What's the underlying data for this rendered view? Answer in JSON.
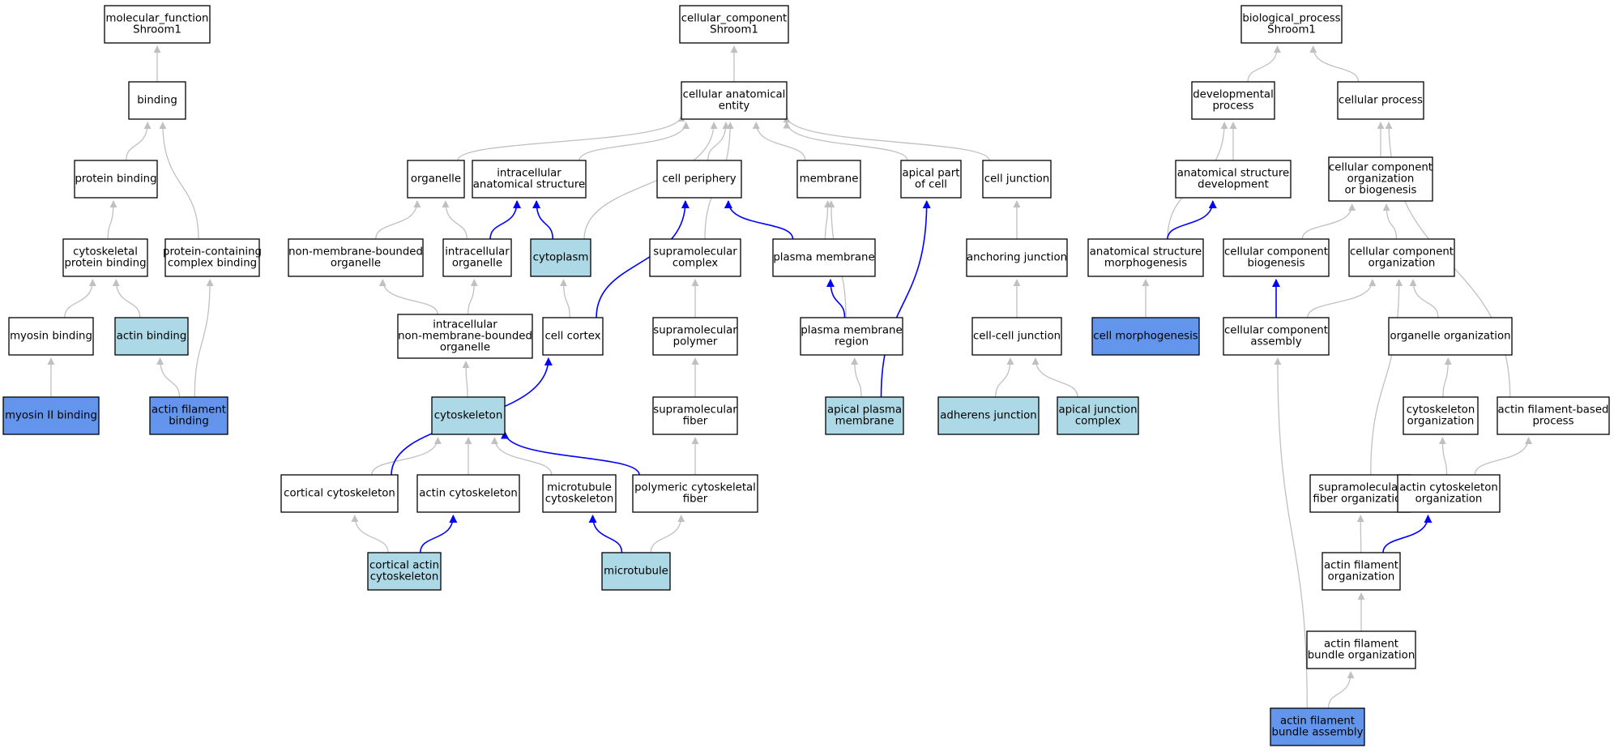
{
  "colors": {
    "default_fill": "#ffffff",
    "light_fill": "#add8e6",
    "dark_fill": "#6495ed",
    "is_a_edge": "#c0c0c0",
    "part_of_edge": "#0000ff",
    "border": "#000000"
  },
  "nodes": [
    {
      "id": "mf",
      "lines": [
        "molecular_function",
        "Shroom1"
      ],
      "style": "default"
    },
    {
      "id": "binding",
      "lines": [
        "binding"
      ],
      "style": "default"
    },
    {
      "id": "protbind",
      "lines": [
        "protein binding"
      ],
      "style": "default"
    },
    {
      "id": "cytoprotbind",
      "lines": [
        "cytoskeletal",
        "protein binding"
      ],
      "style": "default"
    },
    {
      "id": "pcbind",
      "lines": [
        "protein-containing",
        "complex binding"
      ],
      "style": "default"
    },
    {
      "id": "myosinbind",
      "lines": [
        "myosin binding"
      ],
      "style": "default"
    },
    {
      "id": "actinbind",
      "lines": [
        "actin binding"
      ],
      "style": "light"
    },
    {
      "id": "myosin2",
      "lines": [
        "myosin II binding"
      ],
      "style": "dark"
    },
    {
      "id": "afbind",
      "lines": [
        "actin filament",
        "binding"
      ],
      "style": "dark"
    },
    {
      "id": "cc",
      "lines": [
        "cellular_component",
        "Shroom1"
      ],
      "style": "default"
    },
    {
      "id": "cae",
      "lines": [
        "cellular anatomical",
        "entity"
      ],
      "style": "default"
    },
    {
      "id": "organelle",
      "lines": [
        "organelle"
      ],
      "style": "default"
    },
    {
      "id": "ias",
      "lines": [
        "intracellular",
        "anatomical structure"
      ],
      "style": "default"
    },
    {
      "id": "cellperiph",
      "lines": [
        "cell periphery"
      ],
      "style": "default"
    },
    {
      "id": "membrane",
      "lines": [
        "membrane"
      ],
      "style": "default"
    },
    {
      "id": "apicalpart",
      "lines": [
        "apical part",
        "of cell"
      ],
      "style": "default"
    },
    {
      "id": "celljunction",
      "lines": [
        "cell junction"
      ],
      "style": "default"
    },
    {
      "id": "nmbo",
      "lines": [
        "non-membrane-bounded",
        "organelle"
      ],
      "style": "default"
    },
    {
      "id": "intorg",
      "lines": [
        "intracellular",
        "organelle"
      ],
      "style": "default"
    },
    {
      "id": "cytoplasm",
      "lines": [
        "cytoplasm"
      ],
      "style": "light"
    },
    {
      "id": "smcomplex",
      "lines": [
        "supramolecular",
        "complex"
      ],
      "style": "default"
    },
    {
      "id": "plasmamem",
      "lines": [
        "plasma membrane"
      ],
      "style": "default"
    },
    {
      "id": "anchjunc",
      "lines": [
        "anchoring junction"
      ],
      "style": "default"
    },
    {
      "id": "inmbo",
      "lines": [
        "intracellular",
        "non-membrane-bounded",
        "organelle"
      ],
      "style": "default"
    },
    {
      "id": "cellcortex",
      "lines": [
        "cell cortex"
      ],
      "style": "default"
    },
    {
      "id": "smpolymer",
      "lines": [
        "supramolecular",
        "polymer"
      ],
      "style": "default"
    },
    {
      "id": "pmregion",
      "lines": [
        "plasma membrane",
        "region"
      ],
      "style": "default"
    },
    {
      "id": "ccjunc",
      "lines": [
        "cell-cell junction"
      ],
      "style": "default"
    },
    {
      "id": "cytoskeleton",
      "lines": [
        "cytoskeleton"
      ],
      "style": "light"
    },
    {
      "id": "smfiber",
      "lines": [
        "supramolecular",
        "fiber"
      ],
      "style": "default"
    },
    {
      "id": "apicalpm",
      "lines": [
        "apical plasma",
        "membrane"
      ],
      "style": "light"
    },
    {
      "id": "adherens",
      "lines": [
        "adherens junction"
      ],
      "style": "light"
    },
    {
      "id": "apicaljc",
      "lines": [
        "apical junction",
        "complex"
      ],
      "style": "light"
    },
    {
      "id": "corticalcs",
      "lines": [
        "cortical cytoskeleton"
      ],
      "style": "default"
    },
    {
      "id": "actincs",
      "lines": [
        "actin cytoskeleton"
      ],
      "style": "default"
    },
    {
      "id": "mtcs",
      "lines": [
        "microtubule",
        "cytoskeleton"
      ],
      "style": "default"
    },
    {
      "id": "polycsf",
      "lines": [
        "polymeric cytoskeletal",
        "fiber"
      ],
      "style": "default"
    },
    {
      "id": "corticalactin",
      "lines": [
        "cortical actin",
        "cytoskeleton"
      ],
      "style": "light"
    },
    {
      "id": "microtubule",
      "lines": [
        "microtubule"
      ],
      "style": "light"
    },
    {
      "id": "bp",
      "lines": [
        "biological_process",
        "Shroom1"
      ],
      "style": "default"
    },
    {
      "id": "devproc",
      "lines": [
        "developmental",
        "process"
      ],
      "style": "default"
    },
    {
      "id": "cellproc",
      "lines": [
        "cellular process"
      ],
      "style": "default"
    },
    {
      "id": "asdev",
      "lines": [
        "anatomical structure",
        "development"
      ],
      "style": "default"
    },
    {
      "id": "ccob",
      "lines": [
        "cellular component",
        "organization",
        "or biogenesis"
      ],
      "style": "default"
    },
    {
      "id": "asmorph",
      "lines": [
        "anatomical structure",
        "morphogenesis"
      ],
      "style": "default"
    },
    {
      "id": "ccbiogen",
      "lines": [
        "cellular component",
        "biogenesis"
      ],
      "style": "default"
    },
    {
      "id": "ccorg",
      "lines": [
        "cellular component",
        "organization"
      ],
      "style": "default"
    },
    {
      "id": "cellmorph",
      "lines": [
        "cell morphogenesis"
      ],
      "style": "dark"
    },
    {
      "id": "ccassembly",
      "lines": [
        "cellular component",
        "assembly"
      ],
      "style": "default"
    },
    {
      "id": "orgorg",
      "lines": [
        "organelle organization"
      ],
      "style": "default"
    },
    {
      "id": "csorg",
      "lines": [
        "cytoskeleton",
        "organization"
      ],
      "style": "default"
    },
    {
      "id": "afproc",
      "lines": [
        "actin filament-based",
        "process"
      ],
      "style": "default"
    },
    {
      "id": "smforg",
      "lines": [
        "supramolecular",
        "fiber organization"
      ],
      "style": "default"
    },
    {
      "id": "acsorg",
      "lines": [
        "actin cytoskeleton",
        "organization"
      ],
      "style": "default"
    },
    {
      "id": "aforg",
      "lines": [
        "actin filament",
        "organization"
      ],
      "style": "default"
    },
    {
      "id": "afborg",
      "lines": [
        "actin filament",
        "bundle organization"
      ],
      "style": "default"
    },
    {
      "id": "afbassembly",
      "lines": [
        "actin filament",
        "bundle assembly"
      ],
      "style": "dark"
    }
  ],
  "edges": [
    {
      "from": "binding",
      "to": "mf",
      "type": "is_a"
    },
    {
      "from": "protbind",
      "to": "binding",
      "type": "is_a"
    },
    {
      "from": "pcbind",
      "to": "binding",
      "type": "is_a"
    },
    {
      "from": "cytoprotbind",
      "to": "protbind",
      "type": "is_a"
    },
    {
      "from": "myosinbind",
      "to": "cytoprotbind",
      "type": "is_a"
    },
    {
      "from": "actinbind",
      "to": "cytoprotbind",
      "type": "is_a"
    },
    {
      "from": "myosin2",
      "to": "myosinbind",
      "type": "is_a"
    },
    {
      "from": "afbind",
      "to": "actinbind",
      "type": "is_a"
    },
    {
      "from": "afbind",
      "to": "pcbind",
      "type": "is_a"
    },
    {
      "from": "cae",
      "to": "cc",
      "type": "is_a"
    },
    {
      "from": "organelle",
      "to": "cae",
      "type": "is_a"
    },
    {
      "from": "ias",
      "to": "cae",
      "type": "is_a"
    },
    {
      "from": "cellperiph",
      "to": "cae",
      "type": "is_a"
    },
    {
      "from": "membrane",
      "to": "cae",
      "type": "is_a"
    },
    {
      "from": "apicalpart",
      "to": "cae",
      "type": "is_a"
    },
    {
      "from": "celljunction",
      "to": "cae",
      "type": "is_a"
    },
    {
      "from": "cytoplasm",
      "to": "cae",
      "type": "is_a"
    },
    {
      "from": "smcomplex",
      "to": "cae",
      "type": "is_a"
    },
    {
      "from": "nmbo",
      "to": "organelle",
      "type": "is_a"
    },
    {
      "from": "intorg",
      "to": "organelle",
      "type": "is_a"
    },
    {
      "from": "intorg",
      "to": "ias",
      "type": "part_of"
    },
    {
      "from": "cytoplasm",
      "to": "ias",
      "type": "part_of"
    },
    {
      "from": "plasmamem",
      "to": "cellperiph",
      "type": "part_of"
    },
    {
      "from": "plasmamem",
      "to": "membrane",
      "type": "is_a"
    },
    {
      "from": "anchjunc",
      "to": "celljunction",
      "type": "is_a"
    },
    {
      "from": "inmbo",
      "to": "nmbo",
      "type": "is_a"
    },
    {
      "from": "inmbo",
      "to": "intorg",
      "type": "is_a"
    },
    {
      "from": "cellcortex",
      "to": "cytoplasm",
      "type": "is_a"
    },
    {
      "from": "cellcortex",
      "to": "cellperiph",
      "type": "part_of"
    },
    {
      "from": "smpolymer",
      "to": "smcomplex",
      "type": "is_a"
    },
    {
      "from": "pmregion",
      "to": "plasmamem",
      "type": "part_of"
    },
    {
      "from": "pmregion",
      "to": "membrane",
      "type": "is_a"
    },
    {
      "from": "ccjunc",
      "to": "anchjunc",
      "type": "is_a"
    },
    {
      "from": "cytoskeleton",
      "to": "inmbo",
      "type": "is_a"
    },
    {
      "from": "smfiber",
      "to": "smpolymer",
      "type": "is_a"
    },
    {
      "from": "apicalpm",
      "to": "pmregion",
      "type": "is_a"
    },
    {
      "from": "apicalpm",
      "to": "apicalpart",
      "type": "part_of"
    },
    {
      "from": "adherens",
      "to": "ccjunc",
      "type": "is_a"
    },
    {
      "from": "apicaljc",
      "to": "ccjunc",
      "type": "is_a"
    },
    {
      "from": "corticalcs",
      "to": "cytoskeleton",
      "type": "is_a"
    },
    {
      "from": "corticalcs",
      "to": "cellcortex",
      "type": "part_of"
    },
    {
      "from": "actincs",
      "to": "cytoskeleton",
      "type": "is_a"
    },
    {
      "from": "mtcs",
      "to": "cytoskeleton",
      "type": "is_a"
    },
    {
      "from": "polycsf",
      "to": "cytoskeleton",
      "type": "part_of"
    },
    {
      "from": "polycsf",
      "to": "smfiber",
      "type": "is_a"
    },
    {
      "from": "corticalactin",
      "to": "corticalcs",
      "type": "is_a"
    },
    {
      "from": "corticalactin",
      "to": "actincs",
      "type": "part_of"
    },
    {
      "from": "microtubule",
      "to": "mtcs",
      "type": "part_of"
    },
    {
      "from": "microtubule",
      "to": "polycsf",
      "type": "is_a"
    },
    {
      "from": "devproc",
      "to": "bp",
      "type": "is_a"
    },
    {
      "from": "cellproc",
      "to": "bp",
      "type": "is_a"
    },
    {
      "from": "asdev",
      "to": "devproc",
      "type": "is_a"
    },
    {
      "from": "asmorph",
      "to": "devproc",
      "type": "is_a"
    },
    {
      "from": "asmorph",
      "to": "asdev",
      "type": "part_of"
    },
    {
      "from": "ccob",
      "to": "cellproc",
      "type": "is_a"
    },
    {
      "from": "ccbiogen",
      "to": "ccob",
      "type": "is_a"
    },
    {
      "from": "ccorg",
      "to": "ccob",
      "type": "is_a"
    },
    {
      "from": "cellmorph",
      "to": "asmorph",
      "type": "is_a"
    },
    {
      "from": "ccassembly",
      "to": "ccorg",
      "type": "is_a"
    },
    {
      "from": "ccassembly",
      "to": "ccbiogen",
      "type": "part_of"
    },
    {
      "from": "orgorg",
      "to": "ccorg",
      "type": "is_a"
    },
    {
      "from": "csorg",
      "to": "orgorg",
      "type": "is_a"
    },
    {
      "from": "afproc",
      "to": "cellproc",
      "type": "is_a"
    },
    {
      "from": "smforg",
      "to": "ccorg",
      "type": "is_a"
    },
    {
      "from": "acsorg",
      "to": "csorg",
      "type": "is_a"
    },
    {
      "from": "acsorg",
      "to": "afproc",
      "type": "is_a"
    },
    {
      "from": "aforg",
      "to": "smforg",
      "type": "is_a"
    },
    {
      "from": "aforg",
      "to": "acsorg",
      "type": "part_of"
    },
    {
      "from": "afborg",
      "to": "aforg",
      "type": "is_a"
    },
    {
      "from": "afbassembly",
      "to": "afborg",
      "type": "is_a"
    },
    {
      "from": "afbassembly",
      "to": "ccassembly",
      "type": "is_a"
    }
  ]
}
